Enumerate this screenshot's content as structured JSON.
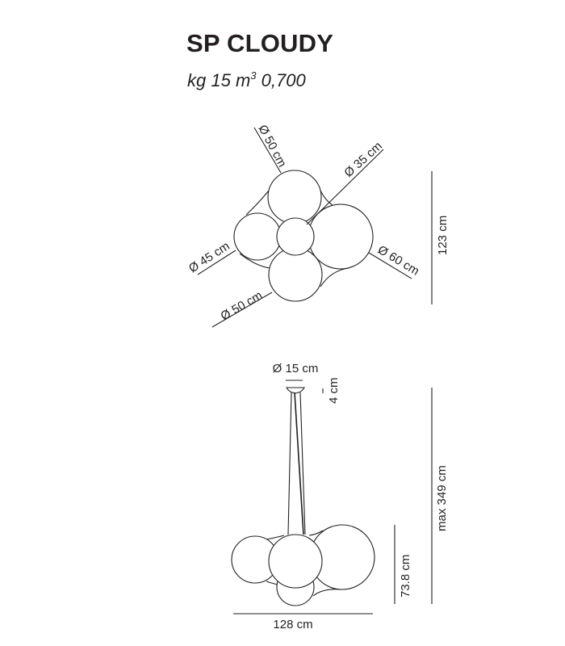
{
  "header": {
    "title": "SP CLOUDY",
    "weight_label": "kg 15",
    "volume_unit": "m",
    "volume_exponent": "3",
    "volume_value": "0,700"
  },
  "top_view": {
    "label_top_sphere": "Ø 50 cm",
    "label_center_sphere": "Ø 35 cm",
    "label_left_sphere": "Ø 45 cm",
    "label_right_sphere": "Ø 60 cm",
    "label_bottom_sphere": "Ø 50 cm",
    "height_label": "123 cm"
  },
  "side_view": {
    "canopy_diameter": "Ø 15 cm",
    "canopy_height": "4 cm",
    "max_height": "max 349 cm",
    "body_height": "73.8 cm",
    "width": "128 cm"
  },
  "colors": {
    "ink": "#231f20",
    "background": "#ffffff"
  }
}
